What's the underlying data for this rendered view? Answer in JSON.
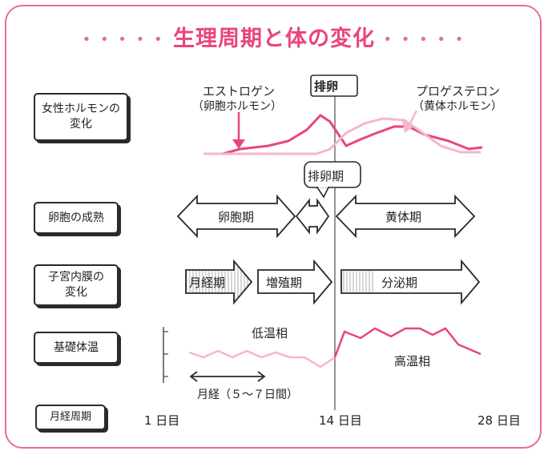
{
  "title": "生理周期と体の変化",
  "title_dots_left": "• • • • •",
  "title_dots_right": "• • • • •",
  "colors": {
    "accent": "#e8457e",
    "accent_light": "#f6b6cb",
    "frame": "#e86b95",
    "ink": "#2a2a2a"
  },
  "rows": {
    "hormone": "女性ホルモンの\n変化",
    "follicle": "卵胞の成熟",
    "endometrium": "子宮内膜の\n変化",
    "bbt": "基礎体温",
    "cycle": "月経周期"
  },
  "hormones": {
    "estrogen": "エストロゲン",
    "estrogen_sub": "（卵胞ホルモン）",
    "progesterone": "プロゲステロン",
    "progesterone_sub": "（黄体ホルモン）",
    "ovulation": "排卵"
  },
  "follicle_phases": {
    "follicular": "卵胞期",
    "ovulatory": "排卵期",
    "luteal": "黄体期"
  },
  "endometrium_phases": {
    "menstrual": "月経期",
    "proliferative": "増殖期",
    "secretory": "分泌期"
  },
  "bbt": {
    "low": "低温相",
    "high": "高温相",
    "menses": "月経（５〜７日間）"
  },
  "axis": {
    "day1": "1 日目",
    "day14": "14 日目",
    "day28": "28 日目"
  }
}
